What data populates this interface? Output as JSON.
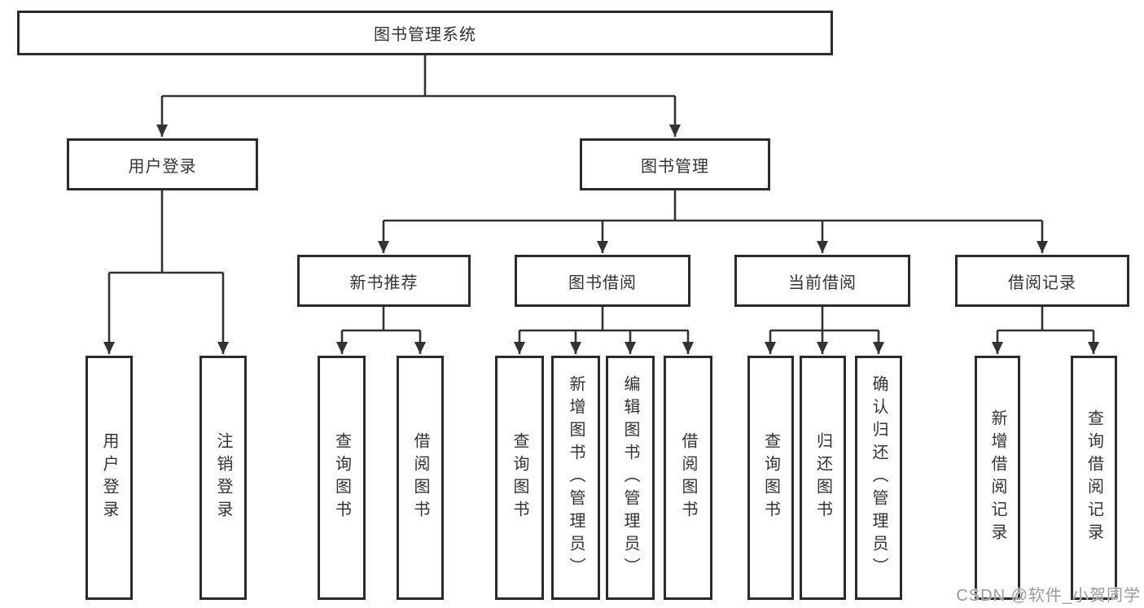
{
  "diagram": {
    "root": "图书管理系统",
    "level2": {
      "user": "用户登录",
      "management": "图书管理"
    },
    "level3": {
      "recommend": "新书推荐",
      "borrow": "图书借阅",
      "current": "当前借阅",
      "records": "借阅记录"
    },
    "leaves": {
      "user": [
        "用户登录",
        "注销登录"
      ],
      "recommend": [
        "查询图书",
        "借阅图书"
      ],
      "borrow": [
        "查询图书",
        "新增图书（管理员）",
        "编辑图书（管理员）",
        "借阅图书"
      ],
      "current": [
        "查询图书",
        "归还图书",
        "确认归还（管理员）"
      ],
      "records": [
        "新增借阅记录",
        "查询借阅记录"
      ]
    }
  },
  "watermark": "CSDN @软件_小贺同学",
  "colors": {
    "line": "#333333",
    "border": "#2b2b2b",
    "text": "#333333",
    "watermark": "#9b9b9b",
    "background": "#ffffff"
  }
}
